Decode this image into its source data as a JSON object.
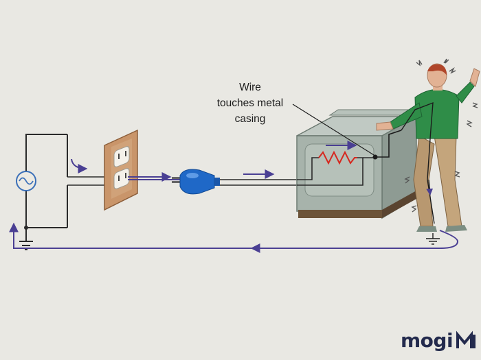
{
  "callout": {
    "line1": "Wire",
    "line2": "touches metal",
    "line3": "casing"
  },
  "watermark": {
    "text": "mogi"
  },
  "colors": {
    "background": "#e9e8e3",
    "current_path": "#4a3f93",
    "outlet_plate": "#c9956a",
    "plug": "#1f68c7",
    "appliance_casing": "#a7b3ab",
    "heating_element": "#d6281f",
    "shirt": "#2f8d48",
    "trousers": "#b89870"
  },
  "icons": [
    "ac-source-icon",
    "ground-symbol-icon",
    "wall-outlet-icon",
    "electric-plug-icon",
    "heating-element-icon",
    "shock-lines-icon",
    "current-arrow-icon"
  ]
}
